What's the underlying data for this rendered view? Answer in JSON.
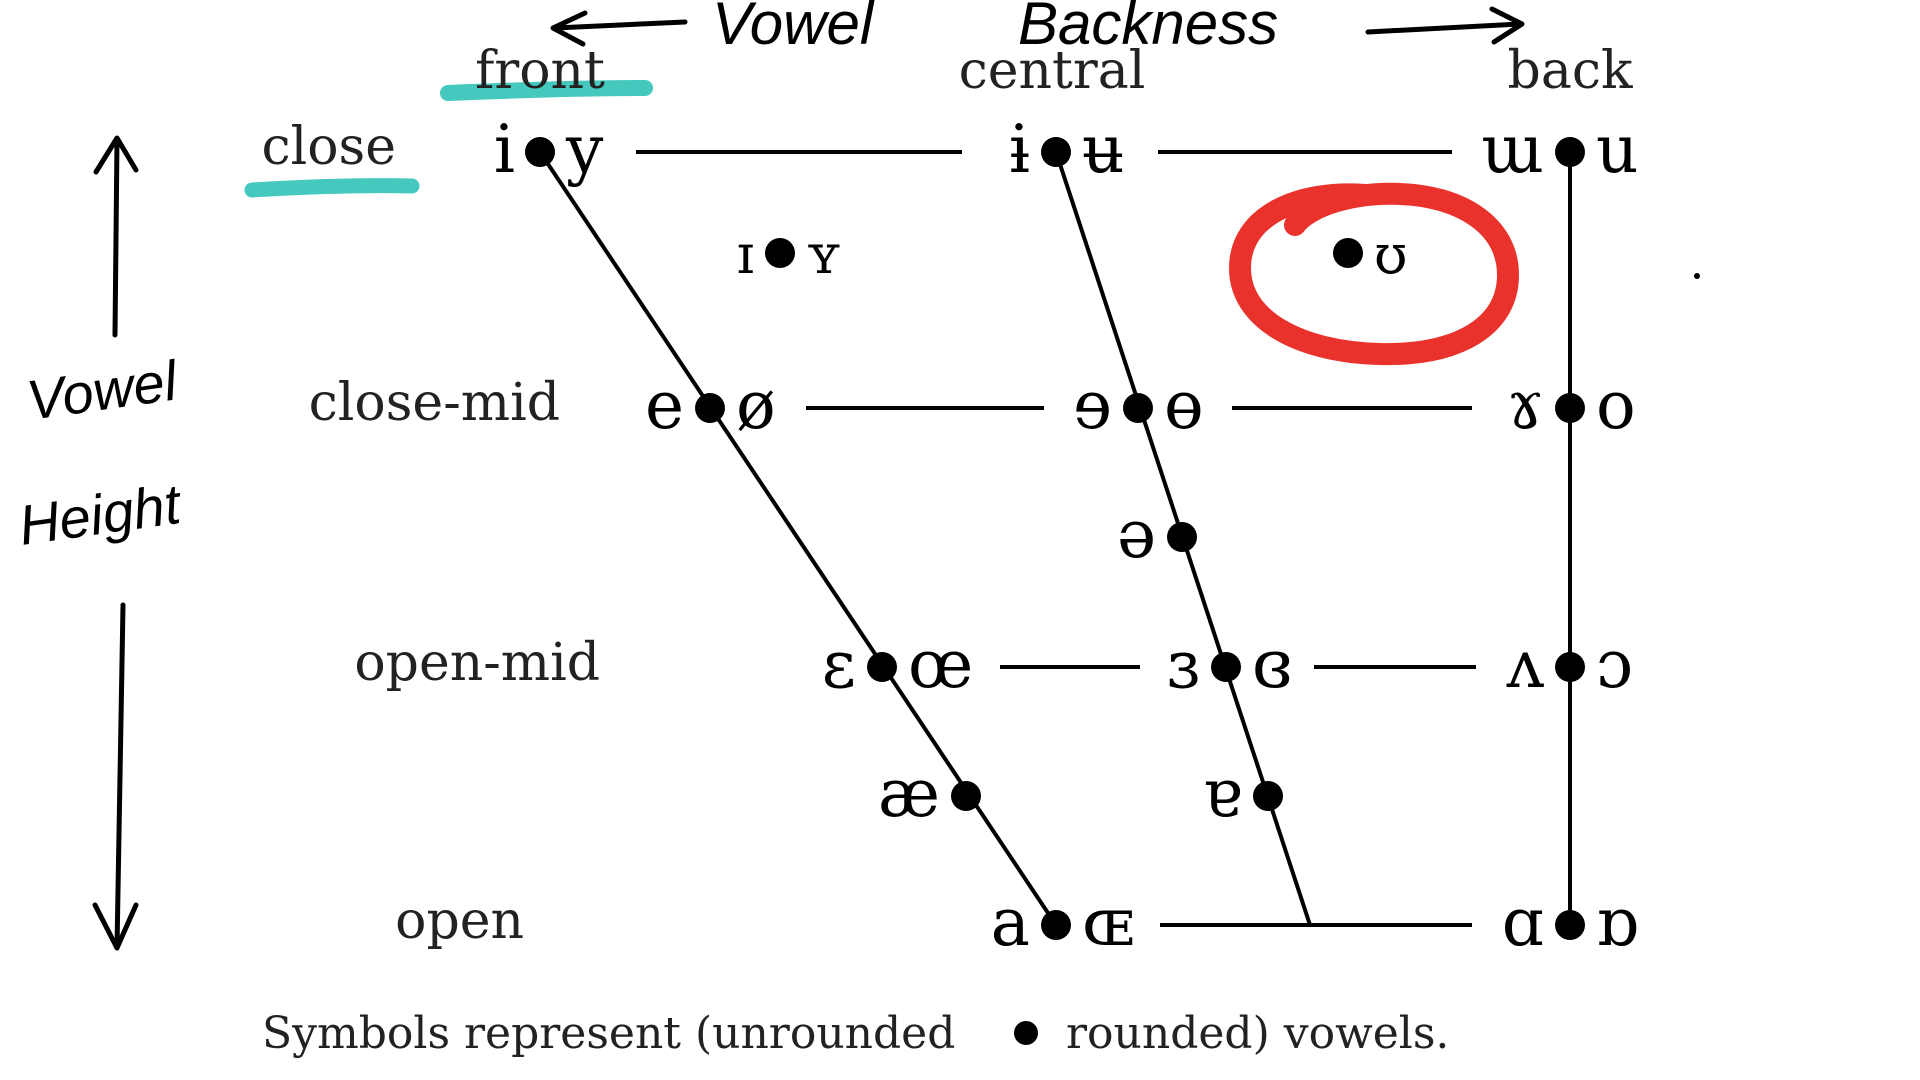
{
  "annotations": {
    "backness_word1": "Vowel",
    "backness_word2": "Backness",
    "height_word1": "Vowel",
    "height_word2": "Height"
  },
  "columns": {
    "front": "front",
    "central": "central",
    "back": "back"
  },
  "rows": {
    "close": "close",
    "close_mid": "close-mid",
    "open_mid": "open-mid",
    "open": "open"
  },
  "vowels": {
    "close_front_unrounded": "i",
    "close_front_rounded": "y",
    "close_central_unrounded": "ɨ",
    "close_central_rounded": "ʉ",
    "close_back_unrounded": "ɯ",
    "close_back_rounded": "u",
    "near_close_front_unrounded": "ɪ",
    "near_close_front_rounded": "ʏ",
    "near_close_back_rounded": "ʊ",
    "close_mid_front_unrounded": "e",
    "close_mid_front_rounded": "ø",
    "close_mid_central_unrounded": "ɘ",
    "close_mid_central_rounded": "ɵ",
    "close_mid_back_unrounded": "ɤ",
    "close_mid_back_rounded": "o",
    "mid_central": "ə",
    "open_mid_front_unrounded": "ɛ",
    "open_mid_front_rounded": "œ",
    "open_mid_central_unrounded": "ɜ",
    "open_mid_central_rounded": "ɞ",
    "open_mid_back_unrounded": "ʌ",
    "open_mid_back_rounded": "ɔ",
    "near_open_front_unrounded": "æ",
    "near_open_central": "ɐ",
    "open_front_unrounded": "a",
    "open_front_rounded": "ɶ",
    "open_back_unrounded": "ɑ",
    "open_back_rounded": "ɒ"
  },
  "caption": {
    "left": "Symbols represent (unrounded",
    "right": "rounded) vowels."
  },
  "highlights": {
    "teal": "#45c9be",
    "red": "#e8322b"
  }
}
